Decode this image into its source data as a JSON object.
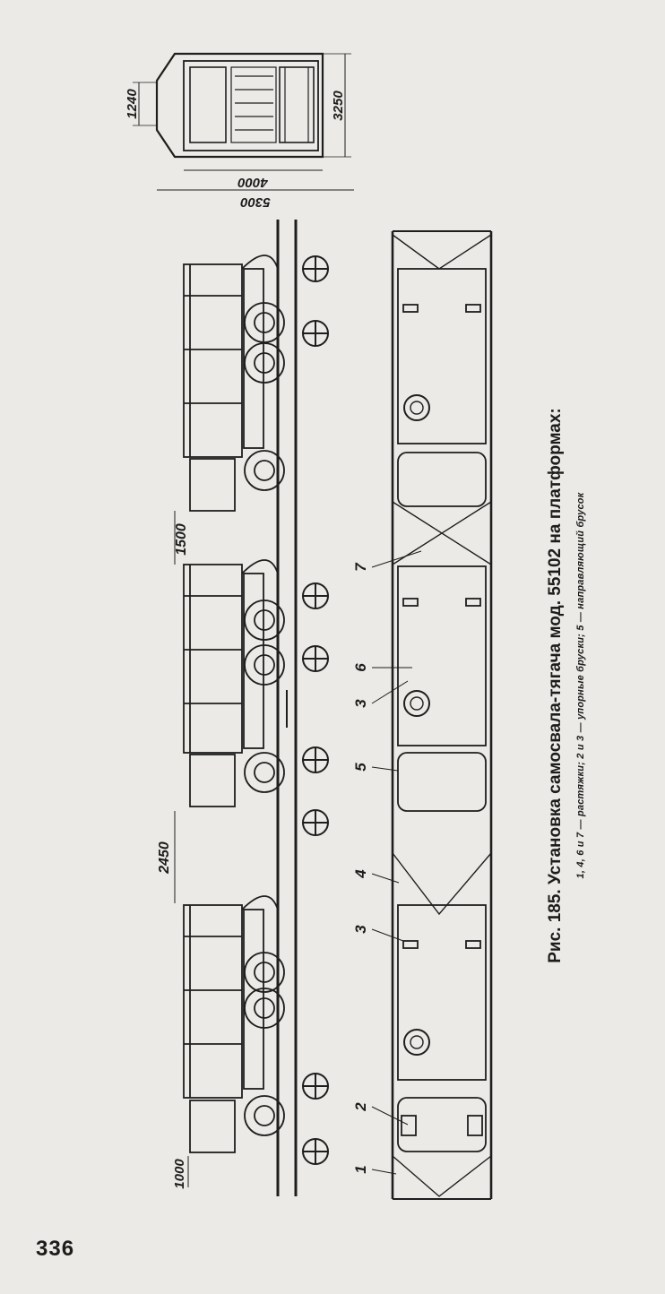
{
  "figure": {
    "caption": "Рис. 185. Установка самосвала-тягача мод. 55102 на платформах:",
    "legend": "1, 4, 6 и 7 — растяжки; 2 и 3 — упорные бруски; 5 — направляющий брусок"
  },
  "dimensions": {
    "top_height": "1240",
    "top_width": "3250",
    "top_inner": "4000",
    "top_outer": "5300",
    "gap_a": "1500",
    "gap_b": "2450",
    "end_left": "1000"
  },
  "callouts": {
    "c1": "1",
    "c2": "2",
    "c3a": "3",
    "c3b": "3",
    "c4": "4",
    "c5": "5",
    "c6": "6",
    "c7": "7"
  },
  "page_number": "336"
}
